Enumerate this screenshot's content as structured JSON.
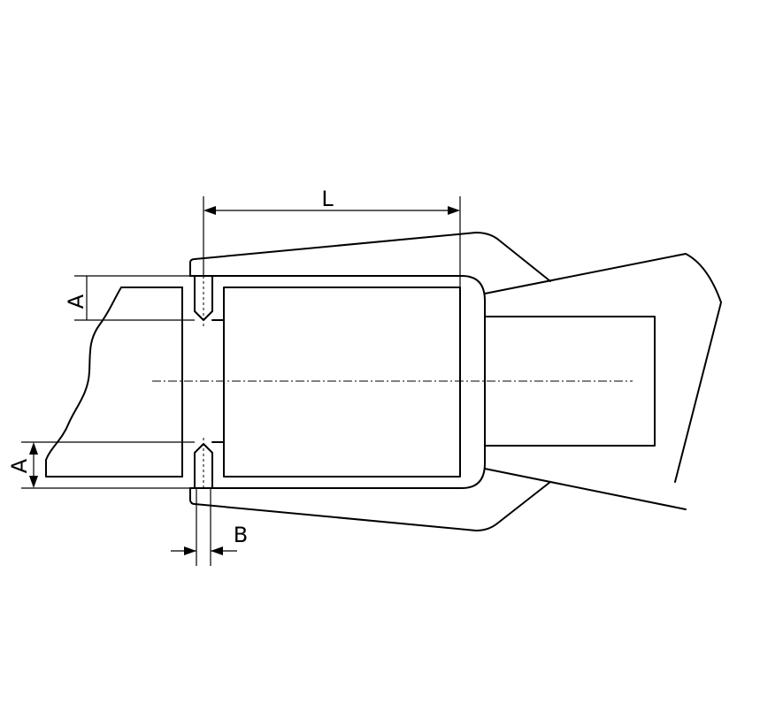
{
  "diagram": {
    "labels": {
      "length": "L",
      "width_top": "A",
      "width_bottom": "A",
      "tip_width": "B"
    },
    "colors": {
      "line": "#000000",
      "background": "#ffffff"
    }
  }
}
